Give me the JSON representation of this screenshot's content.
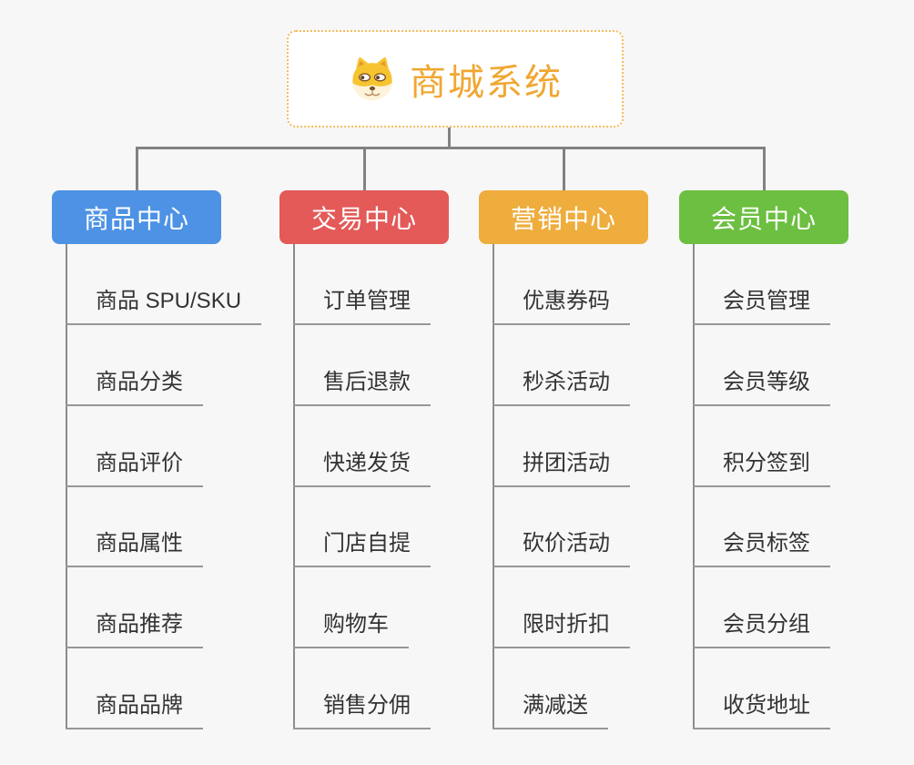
{
  "page": {
    "background_color": "#f7f7f7",
    "connector_color": "#828282",
    "underline_color": "#979797",
    "leaf_text_color": "#333333"
  },
  "root": {
    "title": "商城系统",
    "icon": "dog-face-icon",
    "text_color": "#f0a732",
    "border_color": "#f3bc5e",
    "background": "#ffffff"
  },
  "branches": [
    {
      "label": "商品中心",
      "color": "#4d92e4",
      "items": [
        "商品 SPU/SKU",
        "商品分类",
        "商品评价",
        "商品属性",
        "商品推荐",
        "商品品牌"
      ]
    },
    {
      "label": "交易中心",
      "color": "#e35a58",
      "items": [
        "订单管理",
        "售后退款",
        "快递发货",
        "门店自提",
        "购物车",
        "销售分佣"
      ]
    },
    {
      "label": "营销中心",
      "color": "#eead3d",
      "items": [
        "优惠券码",
        "秒杀活动",
        "拼团活动",
        "砍价活动",
        "限时折扣",
        "满减送"
      ]
    },
    {
      "label": "会员中心",
      "color": "#6cbf40",
      "items": [
        "会员管理",
        "会员等级",
        "积分签到",
        "会员标签",
        "会员分组",
        "收货地址"
      ]
    }
  ]
}
